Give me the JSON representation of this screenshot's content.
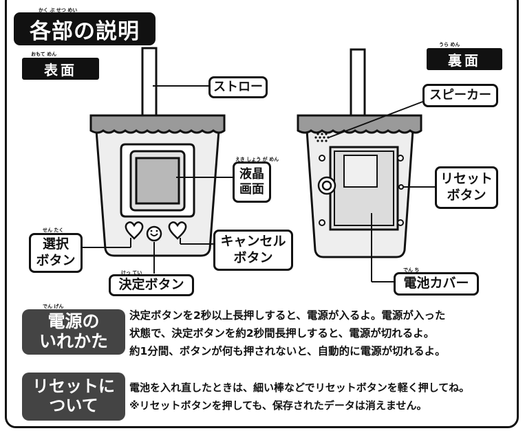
{
  "header": {
    "title": "各部の説明",
    "title_ruby": "かく ぶ  せつ めい"
  },
  "front": {
    "tag": "表面",
    "tag_ruby": "おもて めん",
    "labels": {
      "straw": "ストロー",
      "lcd_line1": "液晶",
      "lcd_line2": "画面",
      "lcd_ruby": "えき しょう  が めん",
      "select_line1": "選択",
      "select_line2": "ボタン",
      "select_ruby": "せん たく",
      "cancel_line1": "キャンセル",
      "cancel_line2": "ボタン",
      "decide": "決定ボタン",
      "decide_ruby": "けっ てい"
    }
  },
  "back": {
    "tag": "裏面",
    "tag_ruby": "うら めん",
    "labels": {
      "speaker": "スピーカー",
      "reset_line1": "リセット",
      "reset_line2": "ボタン",
      "battery_cover": "電池カバー",
      "battery_ruby": "でん ち"
    }
  },
  "power": {
    "tag_line1": "電源の",
    "tag_line2": "いれかた",
    "tag_ruby": "でん げん",
    "lines": [
      "決定ボタンを2秒以上長押しすると、電源が入るよ。電源が入った",
      "状態で、決定ボタンを約2秒間長押しすると、電源が切れるよ。",
      "約1分間、ボタンが何も押されないと、自動的に電源が切れるよ。"
    ]
  },
  "reset": {
    "tag_line1": "リセットに",
    "tag_line2": "ついて",
    "lines": [
      "電池を入れ直したときは、細い棒などでリセットボタンを軽く押してね。",
      "※リセットボタンを押しても、保存されたデータは消えません。"
    ]
  }
}
